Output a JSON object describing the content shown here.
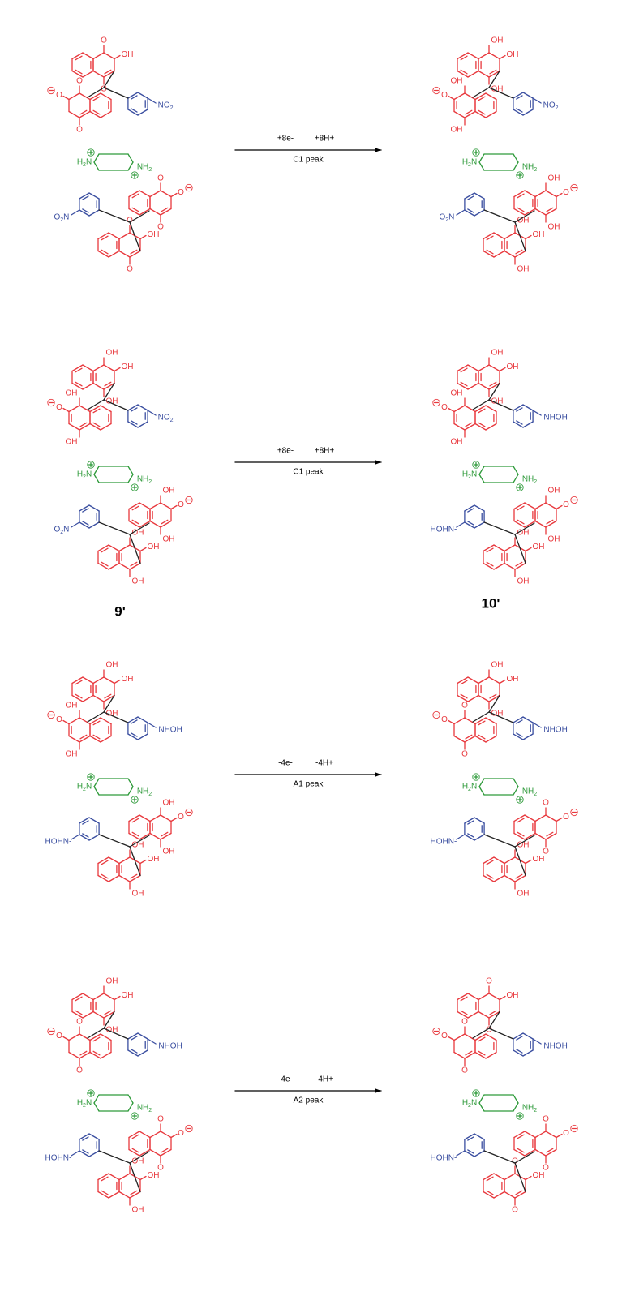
{
  "colors": {
    "naphthalene": "#e8383d",
    "nitrophenyl": "#3a4ea0",
    "piperazine": "#2e9a3a",
    "linker": "#222222",
    "arrow": "#000000"
  },
  "groups": {
    "oh": "OH",
    "ho": "HO",
    "o": "O",
    "o_minus": "O",
    "no2": "NO2",
    "o2n": "O2N",
    "nhoh": "NHOH",
    "hohn": "HOHN-",
    "h2n": "H2N",
    "nh2": "NH2",
    "plus": "+",
    "minus": "−"
  },
  "reactions": [
    {
      "electrons": "+8e-",
      "protons": "+8H+",
      "peak": "C1 peak",
      "reactant_oxidation": [
        "dione",
        "dione",
        "dione",
        "dione"
      ],
      "product_oxidation": [
        "diol",
        "diol",
        "diol",
        "diol"
      ],
      "reactant_nitrogen": "no2",
      "product_nitrogen": "no2",
      "reactant_label": "",
      "product_label": ""
    },
    {
      "electrons": "+8e-",
      "protons": "+8H+",
      "peak": "C1 peak",
      "reactant_oxidation": [
        "diol",
        "diol",
        "diol",
        "diol"
      ],
      "product_oxidation": [
        "diol",
        "diol",
        "diol",
        "diol"
      ],
      "reactant_nitrogen": "no2",
      "product_nitrogen": "nhoh",
      "reactant_label": "9'",
      "product_label": "10'"
    },
    {
      "electrons": "-4e-",
      "protons": "-4H+",
      "peak": "A1 peak",
      "reactant_oxidation": [
        "diol",
        "diol",
        "diol",
        "diol"
      ],
      "product_oxidation": [
        "diol",
        "dione",
        "dione",
        "diol"
      ],
      "reactant_nitrogen": "nhoh",
      "product_nitrogen": "nhoh",
      "reactant_label": "",
      "product_label": ""
    },
    {
      "electrons": "-4e-",
      "protons": "-4H+",
      "peak": "A2 peak",
      "reactant_oxidation": [
        "diol",
        "dione",
        "dione",
        "diol"
      ],
      "product_oxidation": [
        "dione",
        "dione",
        "dione",
        "dione"
      ],
      "reactant_nitrogen": "nhoh",
      "product_nitrogen": "nhoh",
      "reactant_label": "",
      "product_label": ""
    }
  ]
}
